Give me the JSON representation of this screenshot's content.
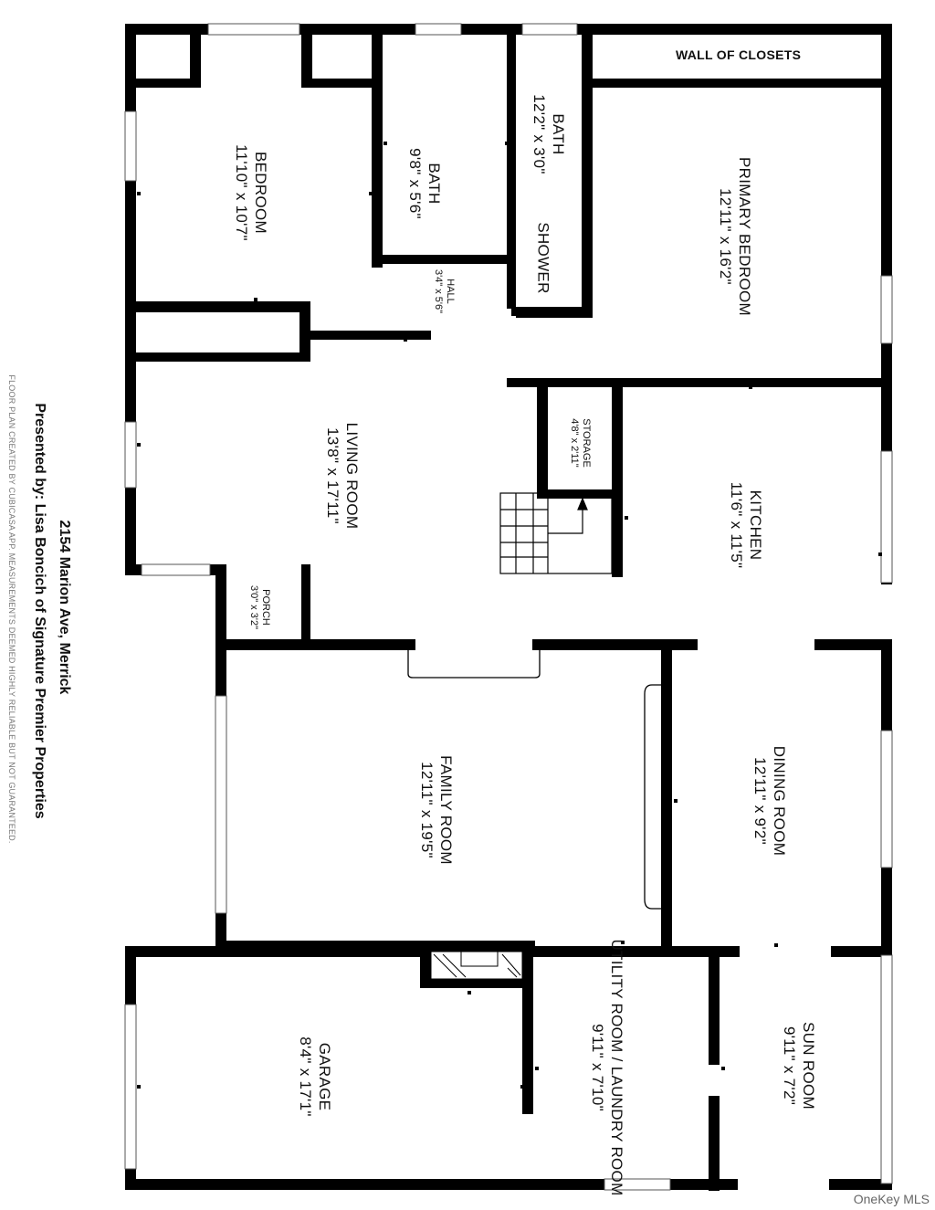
{
  "address": "2154 Marion Ave, Merrick",
  "presented_by": "Presented by: Lisa Boncich of Signature Premier Properties",
  "disclaimer": "FLOOR PLAN CREATED BY CUBICASA APP. MEASUREMENTS DEEMED HIGHLY RELIABLE BUT NOT GUARANTEED.",
  "watermark": "OneKey MLS",
  "wall_of_closets": "WALL OF CLOSETS",
  "rooms": {
    "bedroom": {
      "name": "BEDROOM",
      "dim": "11'10\" x 10'7\""
    },
    "bath1": {
      "name": "BATH",
      "dim": "9'8\" x 5'6\""
    },
    "bath2": {
      "name": "BATH",
      "dim": "12'2\" x 3'0\""
    },
    "shower": {
      "name": "SHOWER"
    },
    "primary": {
      "name": "PRIMARY BEDROOM",
      "dim": "12'11\" x 16'2\""
    },
    "hall": {
      "name": "HALL",
      "dim": "3'4\" x 5'6\""
    },
    "living": {
      "name": "LIVING ROOM",
      "dim": "13'8\" x 17'11\""
    },
    "storage": {
      "name": "STORAGE",
      "dim": "4'8\" x 2'11\""
    },
    "kitchen": {
      "name": "KITCHEN",
      "dim": "11'6\" x 11'5\""
    },
    "porch": {
      "name": "PORCH",
      "dim": "3'0\" x 3'2\""
    },
    "family": {
      "name": "FAMILY ROOM",
      "dim": "12'11\" x 19'5\""
    },
    "dining": {
      "name": "DINING ROOM",
      "dim": "12'11\" x 9'2\""
    },
    "garage": {
      "name": "GARAGE",
      "dim": "8'4\" x 17'1\""
    },
    "utility": {
      "name": "UTILITY ROOM / LAUNDRY ROOM",
      "dim": "9'11\" x 7'10\""
    },
    "sun": {
      "name": "SUN ROOM",
      "dim": "9'11\" x 7'2\""
    }
  }
}
